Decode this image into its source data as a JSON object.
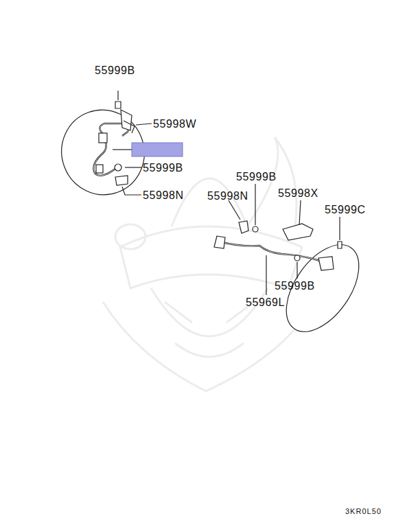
{
  "diagram": {
    "labels": [
      "55999B",
      "55998W",
      "55999B",
      "55998N",
      "55999B",
      "55998N",
      "55998X",
      "55999C",
      "55999B",
      "55969L",
      "3KR0L50"
    ]
  }
}
